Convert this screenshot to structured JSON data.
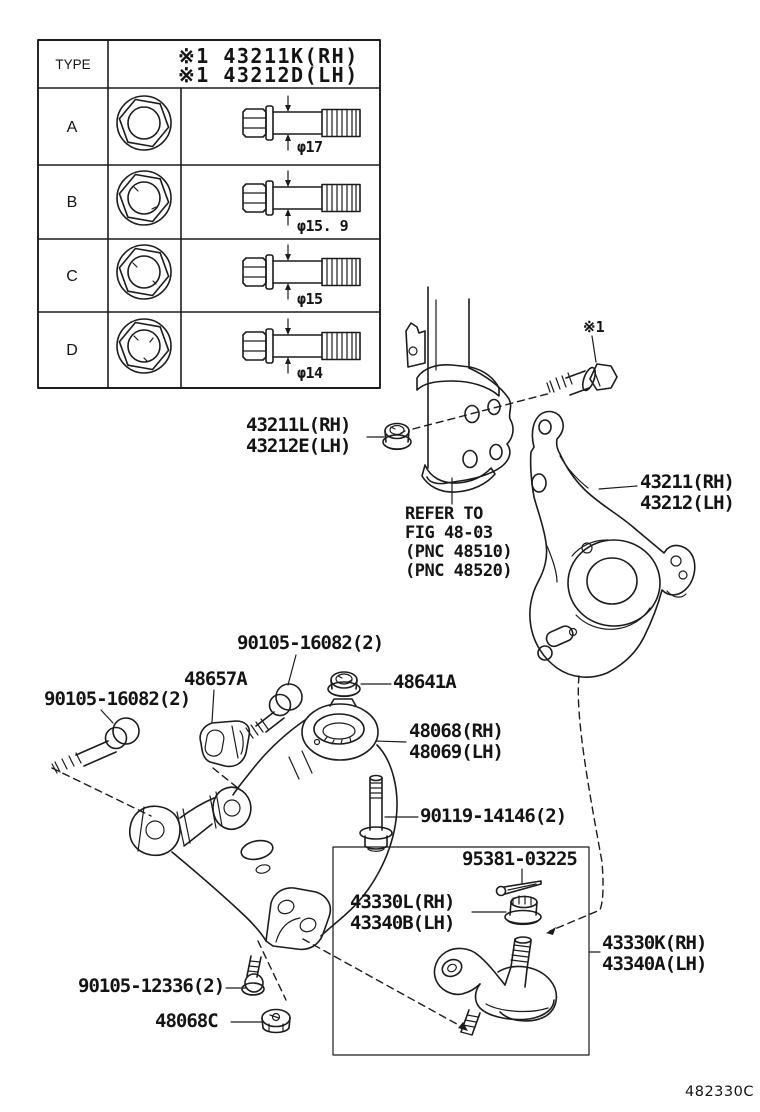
{
  "type_table": {
    "header": {
      "type_label": "TYPE",
      "part_rh": "※1 43211K(RH)",
      "part_lh": "※1 43212D(LH)"
    },
    "rows": [
      {
        "type": "A",
        "diameter": "φ17"
      },
      {
        "type": "B",
        "diameter": "φ15. 9"
      },
      {
        "type": "C",
        "diameter": "φ15"
      },
      {
        "type": "D",
        "diameter": "φ14"
      }
    ]
  },
  "callouts": {
    "knuckle_stud_nut": {
      "line1": "43211L(RH)",
      "line2": "43212E(LH)"
    },
    "shock_ref": {
      "line1": "REFER TO",
      "line2": "FIG 48-03",
      "line3": "(PNC 48510)",
      "line4": "(PNC 48520)"
    },
    "ref_mark": "※1",
    "knuckle": {
      "line1": "43211(RH)",
      "line2": "43212(LH)"
    },
    "bolt_upper": "90105-16082(2)",
    "camber_clamp": "48657A",
    "bolt_lower": "90105-16082(2)",
    "arm_nut": "48641A",
    "lower_arm": {
      "line1": "48068(RH)",
      "line2": "48069(LH)"
    },
    "arm_bolt": "90119-14146(2)",
    "cotter_pin": "95381-03225",
    "castle_nut": {
      "line1": "43330L(RH)",
      "line2": "43340B(LH)"
    },
    "ball_joint": {
      "line1": "43330K(RH)",
      "line2": "43340A(LH)"
    },
    "stab_bolt": "90105-12336(2)",
    "arm_nut_lower": "48068C"
  },
  "title_block": {
    "drawing_code": "482330C"
  }
}
